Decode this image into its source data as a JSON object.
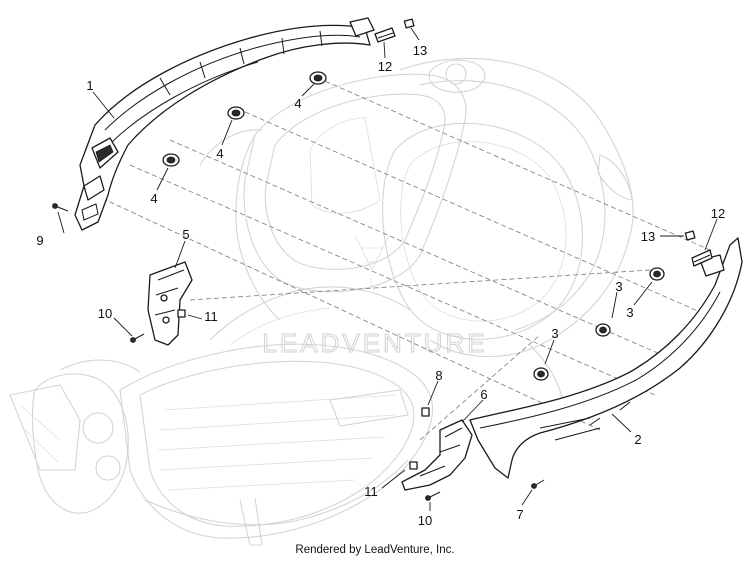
{
  "diagram": {
    "callouts": {
      "c1": "1",
      "c2": "2",
      "c3a": "3",
      "c3b": "3",
      "c3c": "3",
      "c4a": "4",
      "c4b": "4",
      "c4c": "4",
      "c5": "5",
      "c6": "6",
      "c7": "7",
      "c8": "8",
      "c9": "9",
      "c10a": "10",
      "c10b": "10",
      "c11a": "11",
      "c11b": "11",
      "c12a": "12",
      "c12b": "12",
      "c13a": "13",
      "c13b": "13"
    }
  },
  "watermark": {
    "text": "LEADVENTURE"
  },
  "footer": {
    "credit": "Rendered by LeadVenture, Inc."
  }
}
